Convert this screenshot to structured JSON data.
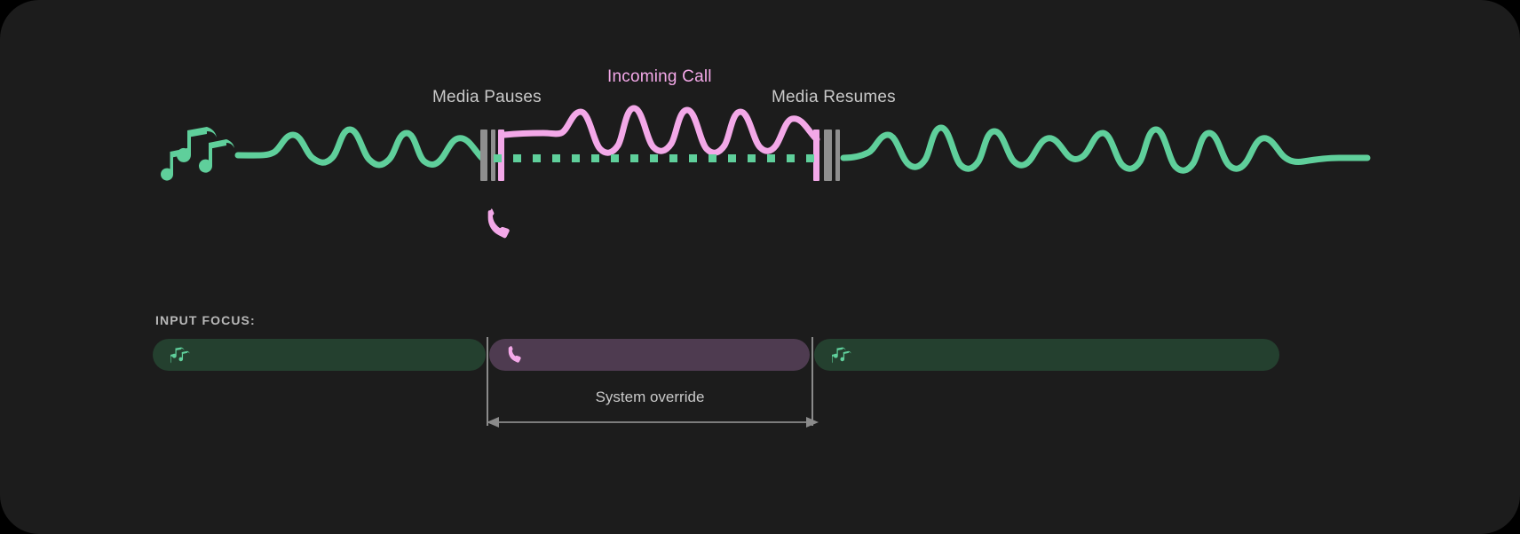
{
  "theme": {
    "page_background": "#000000",
    "card_background": "#1c1c1c",
    "media_wave_color": "#5fcf9b",
    "call_wave_color": "#f3a8e8",
    "media_track_color": "#24402f",
    "call_track_color": "#4e3b50",
    "boundary_bar_gray": "#8f8f8f",
    "boundary_bar_pink": "#f3a8e8",
    "label_color": "#c9c9c9",
    "accent_text_color": "#f3a8e8"
  },
  "timeline": {
    "labels": {
      "media_pauses": "Media Pauses",
      "incoming_call": "Incoming Call",
      "media_resumes": "Media Resumes"
    },
    "icons": {
      "music": "music-notes-icon",
      "phone": "phone-icon"
    },
    "segments": [
      {
        "name": "media-playing-before",
        "state": "playing",
        "source": "media"
      },
      {
        "name": "media-paused",
        "state": "paused",
        "source": "call"
      },
      {
        "name": "media-playing-after",
        "state": "playing",
        "source": "media"
      }
    ]
  },
  "focus": {
    "title": "INPUT FOCUS:",
    "tracks": [
      {
        "name": "media-before",
        "icon": "music-notes-icon",
        "owner": "media"
      },
      {
        "name": "call",
        "icon": "phone-icon",
        "owner": "call"
      },
      {
        "name": "media-after",
        "icon": "music-notes-icon",
        "owner": "media"
      }
    ],
    "override_label": "System override"
  }
}
